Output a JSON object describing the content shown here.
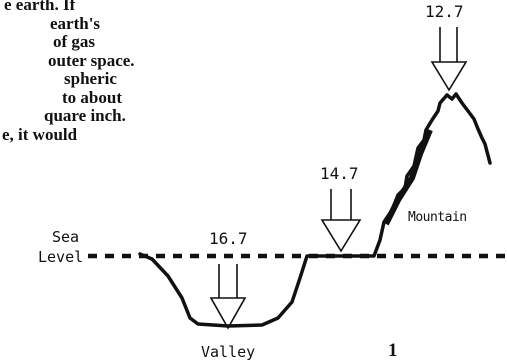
{
  "text_lines": [
    "e earth.  If",
    "earth's",
    "of gas",
    "outer space.",
    "spheric",
    "to about",
    "quare inch.",
    "e, it would"
  ],
  "labels": {
    "mountain_pressure": "12.7",
    "plateau_pressure": "14.7",
    "valley_pressure": "16.7",
    "mountain": "Mountain",
    "sea": "Sea",
    "level": "Level",
    "valley": "Valley",
    "page_number": "1"
  },
  "colors": {
    "ink": "#111111",
    "background": "#ffffff"
  }
}
